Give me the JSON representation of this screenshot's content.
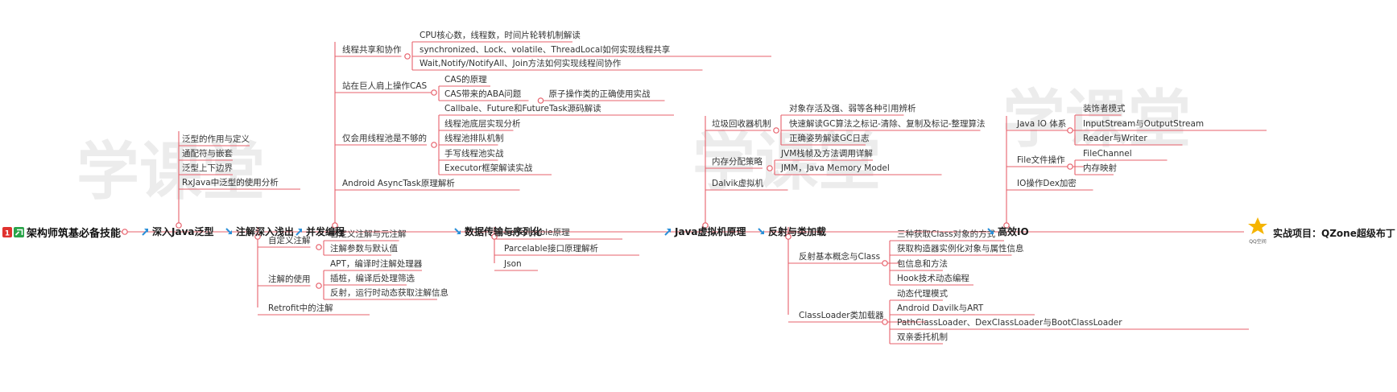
{
  "root": {
    "badge": "1",
    "label": "架构师筑基必备技能"
  },
  "final": {
    "logo_caption": "QQ空间",
    "label": "实战项目：QZone超级布丁"
  },
  "watermark": [
    "学课堂",
    "学课堂",
    "学课堂"
  ],
  "branches": [
    {
      "label": "深入Java泛型",
      "children": [
        {
          "label": "泛型的作用与定义"
        },
        {
          "label": "通配符与嵌套"
        },
        {
          "label": "泛型上下边界"
        },
        {
          "label": "RxJava中泛型的使用分析"
        }
      ]
    },
    {
      "label": "注解深入浅出",
      "children": [
        {
          "label": "自定义注解",
          "children": [
            {
              "label": "自定义注解与元注解"
            },
            {
              "label": "注解参数与默认值"
            }
          ]
        },
        {
          "label": "注解的使用",
          "children": [
            {
              "label": "APT，编译时注解处理器"
            },
            {
              "label": "插桩，编译后处理筛选"
            },
            {
              "label": "反射，运行时动态获取注解信息"
            }
          ]
        },
        {
          "label": "Retrofit中的注解"
        }
      ]
    },
    {
      "label": "并发编程",
      "children": [
        {
          "label": "线程共享和协作",
          "children": [
            {
              "label": "CPU核心数，线程数，时间片轮转机制解读"
            },
            {
              "label": "synchronized、Lock、volatile、ThreadLocal如何实现线程共享"
            },
            {
              "label": "Wait,Notify/NotifyAll、Join方法如何实现线程间协作"
            }
          ]
        },
        {
          "label": "站在巨人肩上操作CAS",
          "children": [
            {
              "label": "CAS的原理"
            },
            {
              "label": "CAS带来的ABA问题",
              "children": [
                {
                  "label": "原子操作类的正确使用实战"
                }
              ]
            }
          ]
        },
        {
          "label": "仅会用线程池是不够的",
          "children": [
            {
              "label": "Callbale、Future和FutureTask源码解读"
            },
            {
              "label": "线程池底层实现分析"
            },
            {
              "label": "线程池排队机制"
            },
            {
              "label": "手写线程池实战"
            },
            {
              "label": "Executor框架解读实战"
            }
          ]
        },
        {
          "label": "Android AsyncTask原理解析"
        }
      ]
    },
    {
      "label": "数据传输与序列化",
      "children": [
        {
          "label": "Serializable原理"
        },
        {
          "label": "Parcelable接口原理解析"
        },
        {
          "label": "Json"
        }
      ]
    },
    {
      "label": "Java虚拟机原理",
      "children": [
        {
          "label": "垃圾回收器机制",
          "children": [
            {
              "label": "对象存活及强、弱等各种引用辨析"
            },
            {
              "label": "快速解读GC算法之标记-清除、复制及标记-整理算法"
            },
            {
              "label": "正确姿势解读GC日志"
            }
          ]
        },
        {
          "label": "内存分配策略",
          "children": [
            {
              "label": "JVM栈帧及方法调用详解"
            },
            {
              "label": "JMM，Java Memory Model"
            }
          ]
        },
        {
          "label": "Dalvik虚拟机"
        }
      ]
    },
    {
      "label": "反射与类加载",
      "children": [
        {
          "label": "反射基本概念与Class",
          "children": [
            {
              "label": "三种获取Class对象的方式"
            },
            {
              "label": "获取构造器实例化对象与属性信息"
            },
            {
              "label": "包信息和方法"
            },
            {
              "label": "Hook技术动态编程"
            }
          ]
        },
        {
          "label": "ClassLoader类加载器",
          "children": [
            {
              "label": "动态代理模式"
            },
            {
              "label": "Android Davilk与ART"
            },
            {
              "label": "PathClassLoader、DexClassLoader与BootClassLoader"
            },
            {
              "label": "双亲委托机制"
            }
          ]
        }
      ]
    },
    {
      "label": "高效IO",
      "children": [
        {
          "label": "Java IO 体系",
          "children": [
            {
              "label": "装饰者模式"
            },
            {
              "label": "InputStream与OutputStream"
            },
            {
              "label": "Reader与Writer"
            }
          ]
        },
        {
          "label": "File文件操作",
          "children": [
            {
              "label": "FileChannel"
            },
            {
              "label": "内存映射"
            }
          ]
        },
        {
          "label": "IO操作Dex加密"
        }
      ]
    }
  ],
  "colors": {
    "line": "#e7606b",
    "link_arrow": "#2a8fd8",
    "badge_red": "#e0322f",
    "badge_green": "#2aa44a",
    "star": "#f5b400"
  }
}
